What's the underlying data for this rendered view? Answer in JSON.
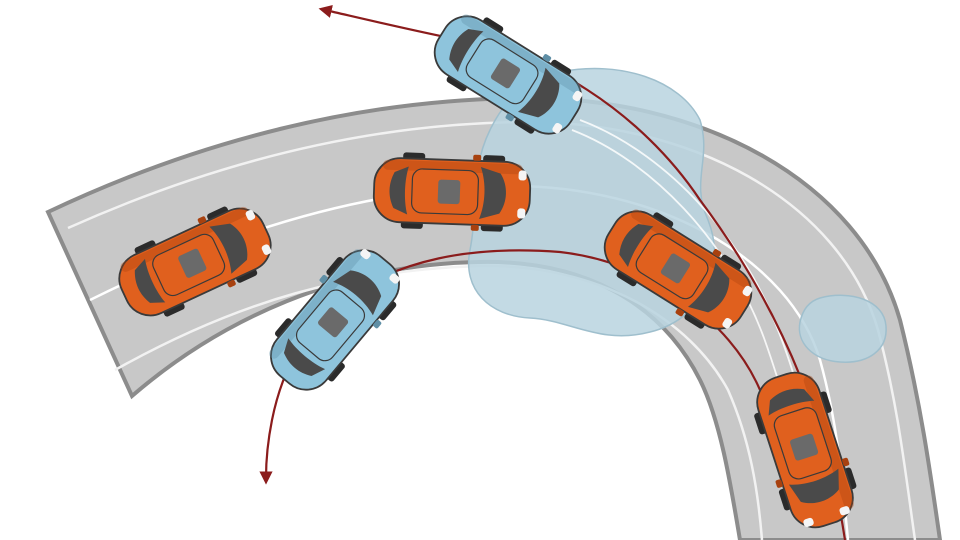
{
  "diagram": {
    "kind": "vehicle-skid-illustration",
    "description_free": true
  },
  "colors": {
    "background": "#ffffff",
    "road_fill": "#c8c8c8",
    "road_edge": "#8c8c8c",
    "lane_line": "#f2f2f2",
    "water": "#b9d3df",
    "water_edge": "#9fbfcd",
    "path": "#8b1c1c",
    "car_orange": "#e0601e",
    "car_orange_dark": "#a8410f",
    "car_blue": "#8ec4dc",
    "car_blue_dark": "#5f8fa6",
    "glass": "#4a4a4a",
    "outline": "#3a3a3a"
  },
  "vehicles": [
    {
      "id": "car-1",
      "color": "orange",
      "role": "normal"
    },
    {
      "id": "car-2",
      "color": "orange",
      "role": "normal"
    },
    {
      "id": "car-3",
      "color": "blue",
      "role": "skidding-inner"
    },
    {
      "id": "car-4",
      "color": "blue",
      "role": "skidding-outer"
    },
    {
      "id": "car-5",
      "color": "orange",
      "role": "normal"
    },
    {
      "id": "car-6",
      "color": "orange",
      "role": "normal"
    }
  ],
  "icons": {
    "arrow_inner": "arrow-down-icon",
    "arrow_outer": "arrow-up-left-icon"
  }
}
